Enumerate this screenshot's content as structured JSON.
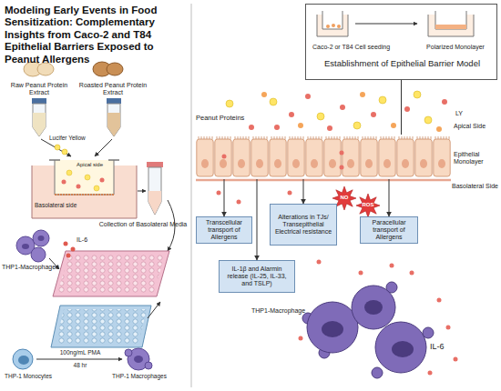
{
  "diagram": {
    "title": "Modeling Early Events in Food Sensitization: Complementary Insights from Caco-2 and T84 Epithelial Barriers Exposed to Peanut Allergens",
    "nodes": [
      {
        "text": [
          "Caco-2 or T84 Cell seeding",
          "Polarized Monolayer",
          "Establishment of Epithelial Barrier Model"
        ]
      },
      {
        "text": [
          "Epithelial Monolayer"
        ]
      },
      {
        "text": [
          "Transcellular transport of Allergens"
        ]
      },
      {
        "text": [
          "Alterations in TJs/ Transepithelial Electrical resistance"
        ]
      },
      {
        "text": [
          "Paracellular transport of Allergens"
        ]
      },
      {
        "text": [
          "IL-1β and Alarmin release (IL-25, IL-33, and TSLP)"
        ]
      }
    ],
    "edges": [
      {
        "from": 0,
        "to": 1,
        "arrow": "none"
      },
      {
        "from": 1,
        "to": 2,
        "arrow": "to"
      },
      {
        "from": 1,
        "to": 3,
        "arrow": "to"
      },
      {
        "from": 1,
        "to": 4,
        "arrow": "to"
      },
      {
        "from": 1,
        "to": 5,
        "arrow": "to"
      }
    ],
    "labels": [
      "Raw Peanut Protein Extract",
      "Roasted Peanut Protein Extract",
      "Lucifer Yellow",
      "Apical side",
      "Basolateral side",
      "Collection of Basolateral Media",
      "THP1-Macrophages",
      "IL-6",
      "THP-1 Monocytes",
      "100ng/mL PMA",
      "48 hr",
      "THP-1 Macrophages",
      "Peanut Proteins",
      "LY",
      "Apical Side",
      "Basolateral Side",
      "NO",
      "ROS",
      "THP1-Macrophage",
      "IL-6"
    ]
  }
}
